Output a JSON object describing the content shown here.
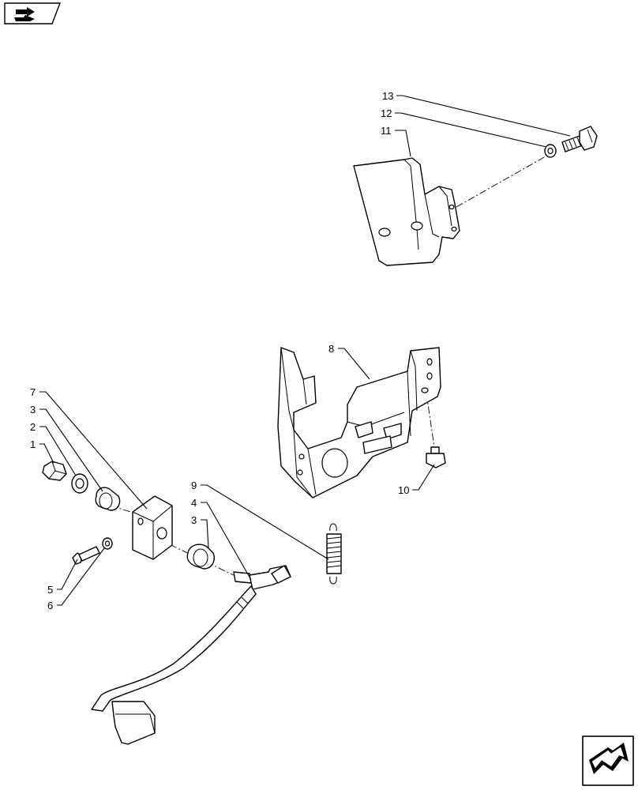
{
  "diagram": {
    "callouts": [
      {
        "id": "c1",
        "label": "1"
      },
      {
        "id": "c2",
        "label": "2"
      },
      {
        "id": "c3a",
        "label": "3"
      },
      {
        "id": "c3b",
        "label": "3"
      },
      {
        "id": "c4",
        "label": "4"
      },
      {
        "id": "c5",
        "label": "5"
      },
      {
        "id": "c6",
        "label": "6"
      },
      {
        "id": "c7",
        "label": "7"
      },
      {
        "id": "c8",
        "label": "8"
      },
      {
        "id": "c9",
        "label": "9"
      },
      {
        "id": "c10",
        "label": "10"
      },
      {
        "id": "c11",
        "label": "11"
      },
      {
        "id": "c12",
        "label": "12"
      },
      {
        "id": "c13",
        "label": "13"
      }
    ]
  },
  "navigation": {
    "top_left_icon": "book-arrow-icon",
    "bottom_right_icon": "return-arrow-icon"
  },
  "colors": {
    "line": "#000000",
    "background": "#ffffff"
  }
}
